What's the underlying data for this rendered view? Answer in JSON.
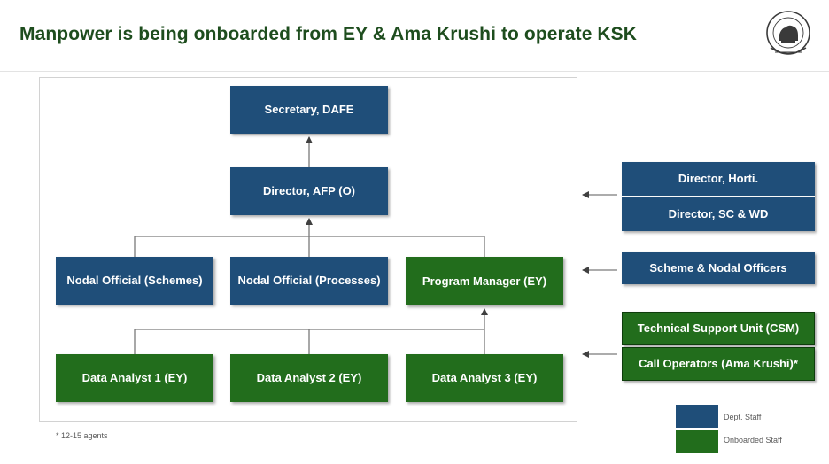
{
  "title": "Manpower is being onboarded from EY & Ama Krushi to operate KSK",
  "emblem": {
    "icon": "odisha-state-emblem"
  },
  "org_chart": {
    "secretary": "Secretary, DAFE",
    "director": "Director, AFP (O)",
    "nodal_schemes": "Nodal Official (Schemes)",
    "nodal_processes": "Nodal Official (Processes)",
    "program_manager": "Program Manager (EY)",
    "analyst_1": "Data Analyst 1 (EY)",
    "analyst_2": "Data Analyst 2 (EY)",
    "analyst_3": "Data Analyst 3 (EY)"
  },
  "side_units": {
    "director_horti": "Director, Horti.",
    "director_scwd": "Director, SC & WD",
    "scheme_nodal": "Scheme & Nodal Officers",
    "tsu": "Technical Support Unit (CSM)",
    "call_operators": "Call Operators (Ama Krushi)*"
  },
  "footnote": "* 12-15 agents",
  "legend": [
    {
      "label": "Dept. Staff",
      "color": "#1f4e79"
    },
    {
      "label": "Onboarded Staff",
      "color": "#226d1c"
    }
  ],
  "colors": {
    "dept_staff": "#1f4e79",
    "onboarded_staff": "#226d1c",
    "title": "#1e4d1e",
    "connector": "#404040"
  }
}
